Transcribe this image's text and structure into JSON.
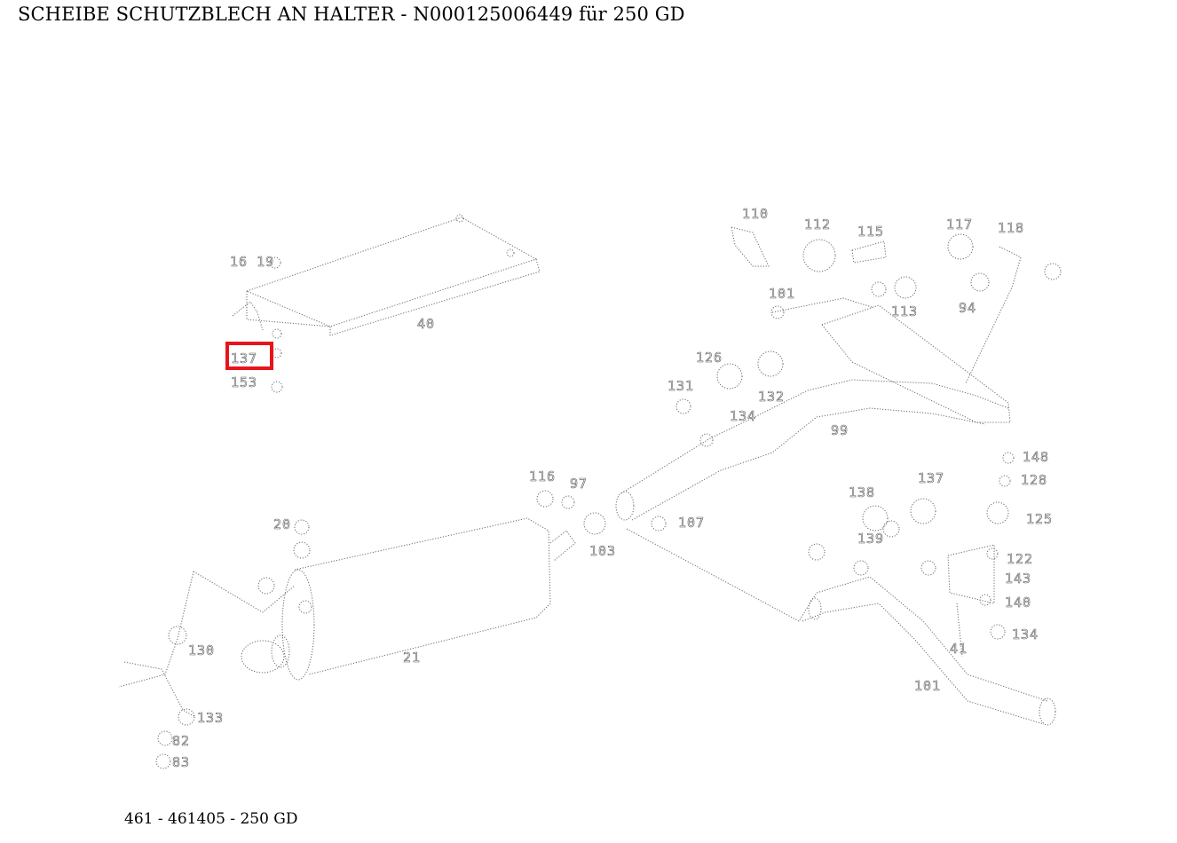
{
  "title": "SCHEIBE SCHUTZBLECH AN HALTER - N000125006449 für 250 GD",
  "caption": "461 - 461405 - 250 GD",
  "highlight_color": "#e8141b",
  "part_labels": {
    "l169": "16 19",
    "l40": "40",
    "l137a": "137",
    "l153": "153",
    "l110": "110",
    "l112": "112",
    "l115": "115",
    "l117": "117",
    "l118": "118",
    "l101a": "101",
    "l113": "113",
    "l94": "94",
    "l126": "126",
    "l131": "131",
    "l132": "132",
    "l134a": "134",
    "l99": "99",
    "l116": "116",
    "l97": "97",
    "l103": "103",
    "l107": "107",
    "l20": "20",
    "l21": "21",
    "l138": "138",
    "l137b": "137",
    "l139": "139",
    "l148": "148",
    "l128": "128",
    "l125": "125",
    "l122": "122",
    "l143": "143",
    "l140": "140",
    "l134b": "134",
    "l41": "41",
    "l101b": "101",
    "l130": "130",
    "l133": "133",
    "l82": "82",
    "l83": "83"
  }
}
